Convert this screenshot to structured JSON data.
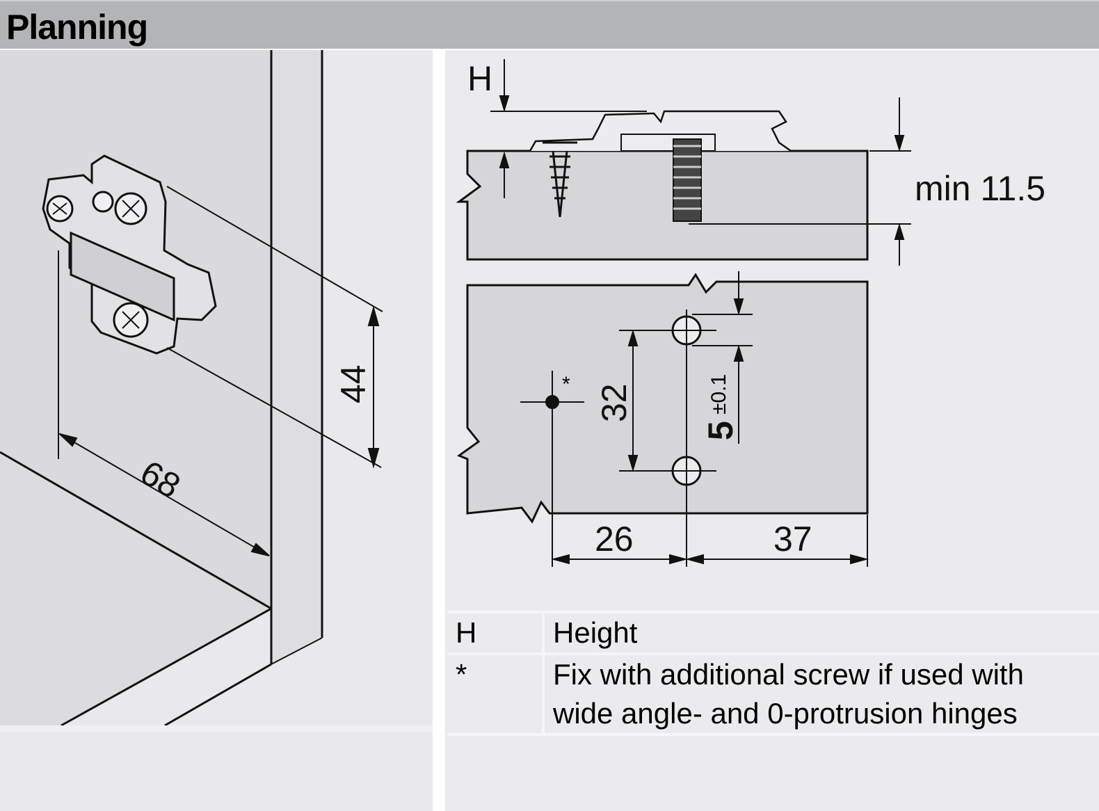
{
  "header": {
    "title": "Planning"
  },
  "left_drawing": {
    "dim_width": "68",
    "dim_height": "44"
  },
  "right_drawing": {
    "height_marker": "H",
    "min_depth": "min 11.5",
    "hole_spacing": "32",
    "offset_value": "5",
    "offset_tolerance": "±0.1",
    "asterisk": "*",
    "dim_left": "26",
    "dim_right": "37"
  },
  "legend": [
    {
      "key": "H",
      "value": "Height"
    },
    {
      "key": "*",
      "value": "Fix with additional screw if used with wide angle- and 0-protrusion hinges"
    }
  ]
}
